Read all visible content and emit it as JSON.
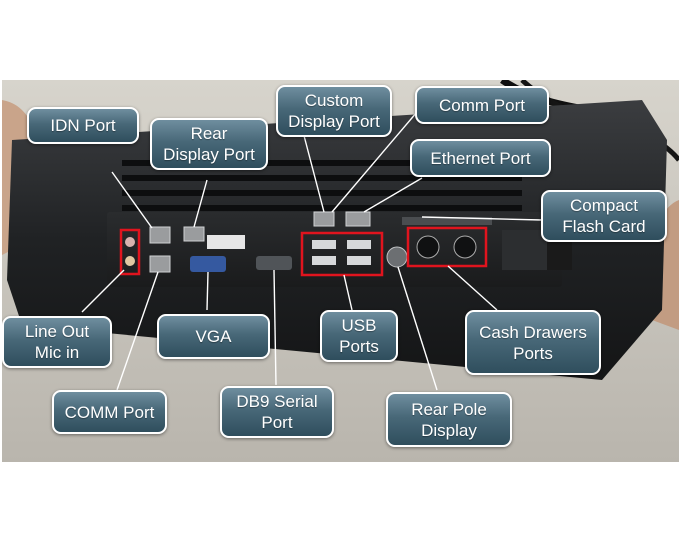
{
  "image": {
    "subject": "rear panel of a point-of-sale terminal with labeled ports",
    "accent_color": "#e0141e",
    "callout_fill": "#486878",
    "callout_border": "#ffffff"
  },
  "callouts": {
    "idn_port": "IDN Port",
    "rear_display_port": "Rear\nDisplay Port",
    "custom_display_port": "Custom\nDisplay Port",
    "comm_port_top": "Comm Port",
    "ethernet_port": "Ethernet Port",
    "compact_flash_card": "Compact\nFlash Card",
    "line_out_mic_in": "Line Out\nMic in",
    "vga": "VGA",
    "usb_ports": "USB\nPorts",
    "cash_drawers_ports": "Cash Drawers\nPorts",
    "comm_port_bottom": "COMM Port",
    "db9_serial_port": "DB9 Serial\nPort",
    "rear_pole_display": "Rear Pole\nDisplay"
  }
}
